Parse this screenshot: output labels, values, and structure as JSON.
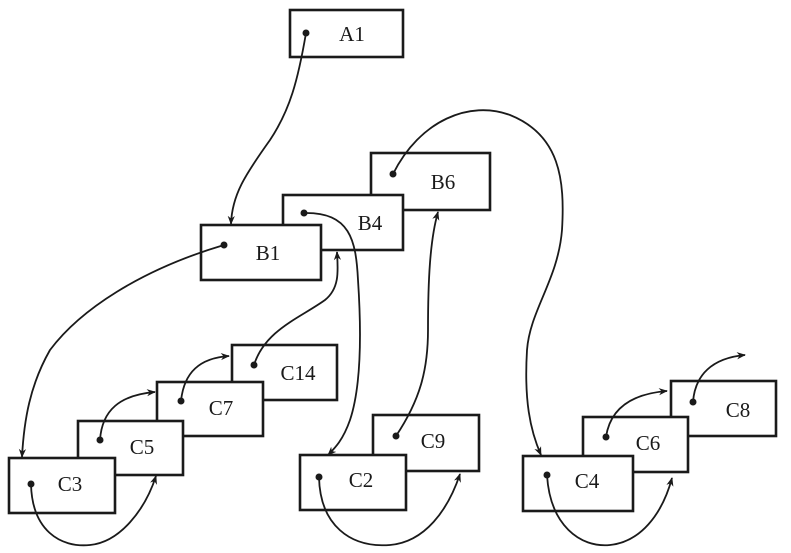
{
  "diagram": {
    "type": "pointer-linked tree (parent / first-child / sibling chains)",
    "colors": {
      "stroke": "#1a1a1a",
      "background": "#ffffff",
      "box_fill": "#ffffff"
    },
    "nodes": [
      {
        "id": "A1",
        "label": "A1",
        "level": "A"
      },
      {
        "id": "B6",
        "label": "B6",
        "level": "B"
      },
      {
        "id": "B4",
        "label": "B4",
        "level": "B"
      },
      {
        "id": "B1",
        "label": "B1",
        "level": "B"
      },
      {
        "id": "C14",
        "label": "C14",
        "level": "C"
      },
      {
        "id": "C7",
        "label": "C7",
        "level": "C"
      },
      {
        "id": "C5",
        "label": "C5",
        "level": "C"
      },
      {
        "id": "C3",
        "label": "C3",
        "level": "C"
      },
      {
        "id": "C9",
        "label": "C9",
        "level": "C"
      },
      {
        "id": "C2",
        "label": "C2",
        "level": "C"
      },
      {
        "id": "C8",
        "label": "C8",
        "level": "C"
      },
      {
        "id": "C6",
        "label": "C6",
        "level": "C"
      },
      {
        "id": "C4",
        "label": "C4",
        "level": "C"
      }
    ],
    "edges": [
      {
        "from": "A1",
        "to": "B1"
      },
      {
        "from": "B1",
        "to": "C3"
      },
      {
        "from": "C3",
        "to": "C5"
      },
      {
        "from": "C5",
        "to": "C7"
      },
      {
        "from": "C7",
        "to": "C14"
      },
      {
        "from": "C14",
        "to": "B4"
      },
      {
        "from": "B4",
        "to": "C2"
      },
      {
        "from": "C2",
        "to": "C9"
      },
      {
        "from": "C9",
        "to": "B6"
      },
      {
        "from": "B6",
        "to": "C4"
      },
      {
        "from": "C4",
        "to": "C6"
      },
      {
        "from": "C6",
        "to": "C8"
      },
      {
        "from": "C8",
        "to": null
      }
    ]
  }
}
